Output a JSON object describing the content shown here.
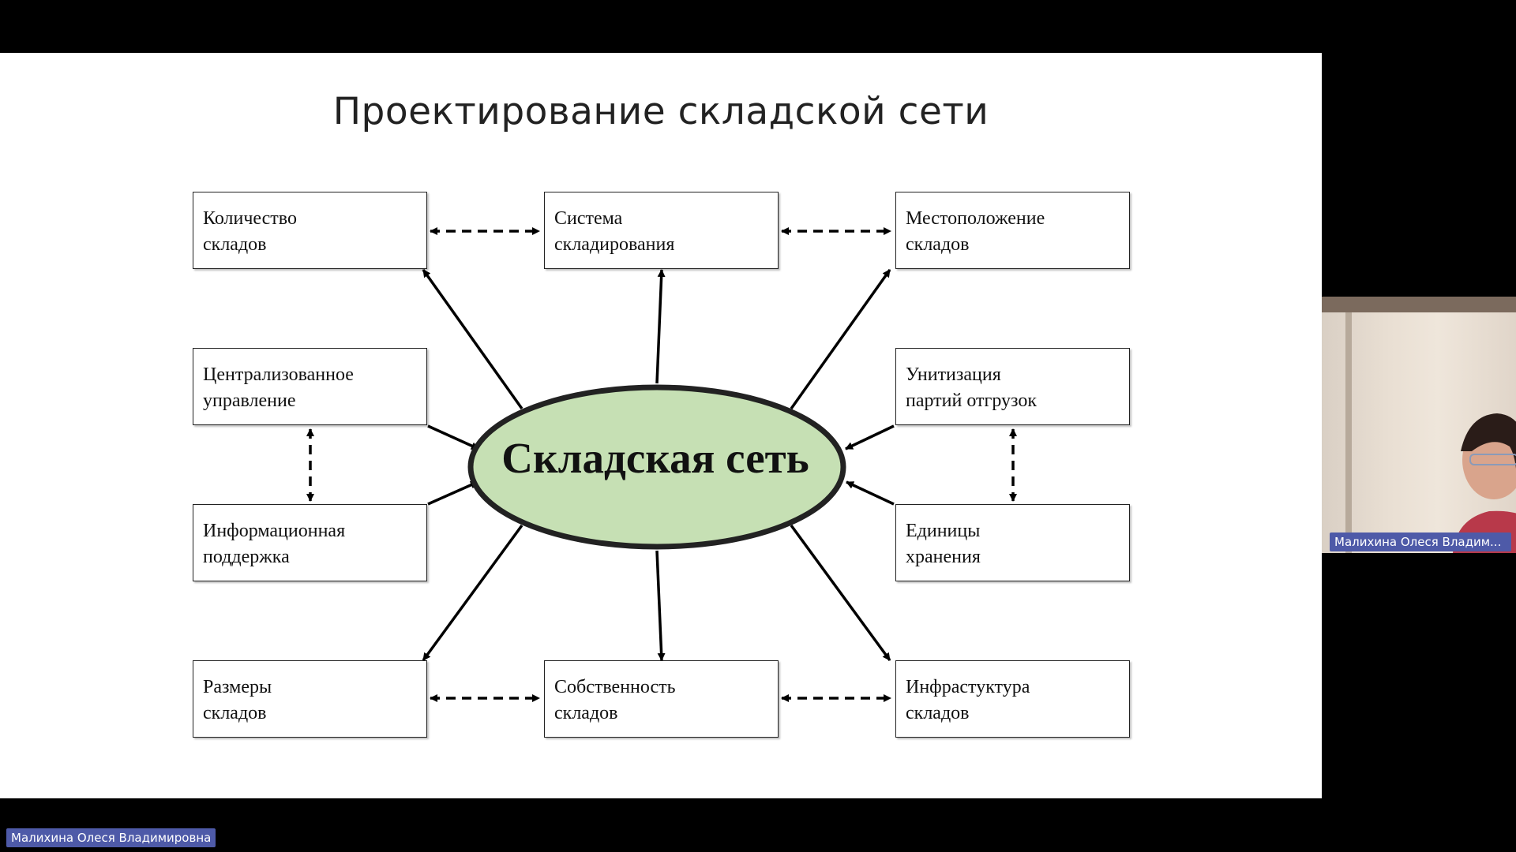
{
  "slide": {
    "title": "Проектирование складской сети",
    "hub": "Складская сеть",
    "boxes": [
      [
        "Количество",
        "складов"
      ],
      [
        "Система",
        "складирования"
      ],
      [
        "Местоположение",
        "складов"
      ],
      [
        "Централизованное",
        "управление"
      ],
      [
        "Унитизация",
        "партий отгрузок"
      ],
      [
        "Информационная",
        "поддержка"
      ],
      [
        "Единицы",
        "хранения"
      ],
      [
        "Размеры",
        "складов"
      ],
      [
        "Собственность",
        "складов"
      ],
      [
        "Инфрастуктура",
        "складов"
      ]
    ]
  },
  "colors": {
    "hub_fill": "#c6e0b4",
    "name_tag": "#4e5aa8"
  },
  "participants": {
    "tile_name": "Малихина Олеся Владим...",
    "speaker_name": "Малихина Олеся Владимировна"
  }
}
